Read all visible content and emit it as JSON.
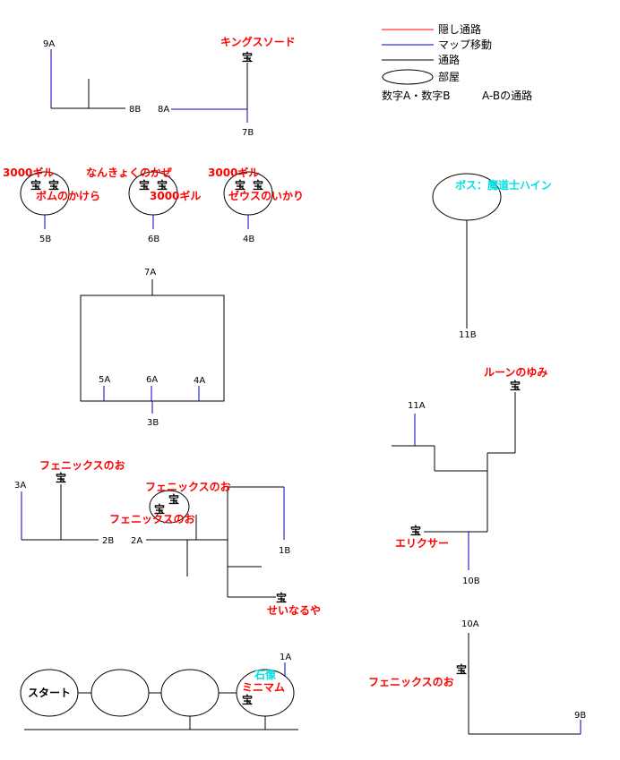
{
  "colors": {
    "path": "#000000",
    "hidden_path": "#ff0000",
    "map_move": "#0000c0",
    "treasure_red": "#ff0000",
    "cyan": "#00e0e0"
  },
  "legend": {
    "hidden": "隠し通路",
    "move": "マップ移動",
    "path": "通路",
    "room": "部屋",
    "note1": "数字A・数字B",
    "note2": "A-Bの通路"
  },
  "nodes": {
    "n9A_top": "9A",
    "n8B": "8B",
    "n8A": "8A",
    "n7B": "7B",
    "n5B": "5B",
    "n6B": "6B",
    "n4B": "4B",
    "n7A": "7A",
    "n5A": "5A",
    "n6A": "6A",
    "n4A": "4A",
    "n3B": "3B",
    "n11B": "11B",
    "n11A": "11A",
    "n10B": "10B",
    "n3A": "3A",
    "n2B": "2B",
    "n2A": "2A",
    "n1B": "1B",
    "n1A": "1A",
    "n10A": "10A",
    "n9B": "9B"
  },
  "treasure": "宝",
  "items": {
    "kingsword": "キングスソード",
    "gil1": "3000ギル",
    "nankyoku": "なんきょくのかぜ",
    "gil2": "3000ギル",
    "bomb": "ボムのかけら",
    "gil3": "3000ギル",
    "zeus": "ゼウスのいかり",
    "boss": "ボス：魔道士ハイン",
    "rune": "ルーンのゆみ",
    "elixir": "エリクサー",
    "phoenix1": "フェニックスのお",
    "phoenix2": "フェニックスのお",
    "phoenix3": "フェニックスのお",
    "seinaruya": "せいなるや",
    "start": "スタート",
    "statue": "石像",
    "minimamu": "ミニマム",
    "phoenix4": "フェニックスのお"
  }
}
